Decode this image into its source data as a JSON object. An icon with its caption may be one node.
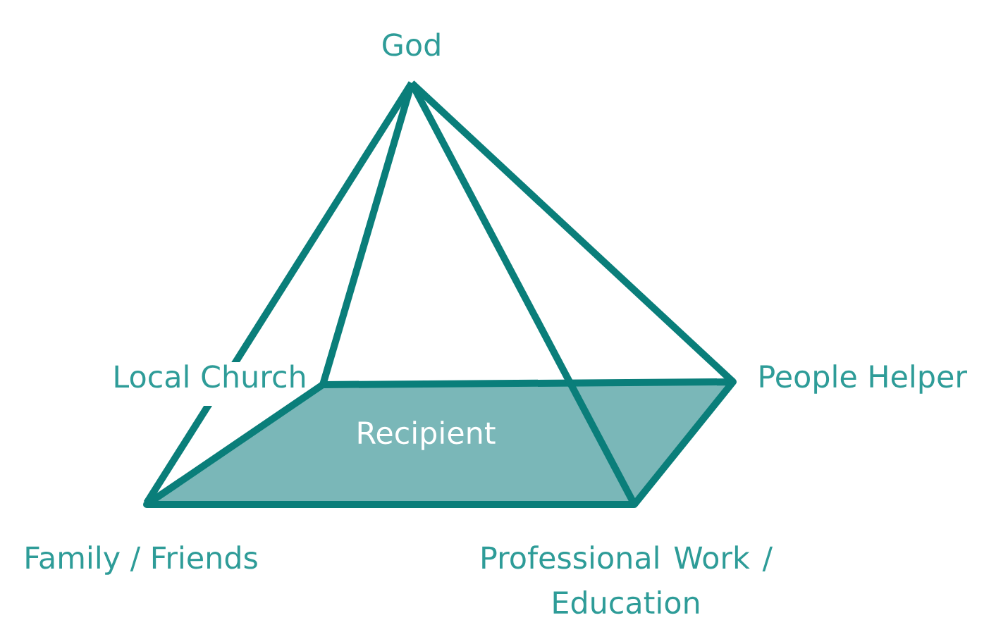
{
  "diagram": {
    "nodes": [
      {
        "text": [
          "God"
        ]
      },
      {
        "text": [
          "Local Church"
        ]
      },
      {
        "text": [
          "People Helper"
        ]
      },
      {
        "text": [
          "Recipient"
        ]
      },
      {
        "text": [
          "Family / Friends"
        ]
      },
      {
        "text": [
          "Professional Work / Education"
        ]
      }
    ],
    "edges": [
      {
        "from": 0,
        "to": 3,
        "arrow": "none"
      },
      {
        "from": 0,
        "to": 1,
        "arrow": "none"
      },
      {
        "from": 0,
        "to": 3,
        "arrow": "none"
      },
      {
        "from": 0,
        "to": 2,
        "arrow": "none"
      }
    ]
  }
}
